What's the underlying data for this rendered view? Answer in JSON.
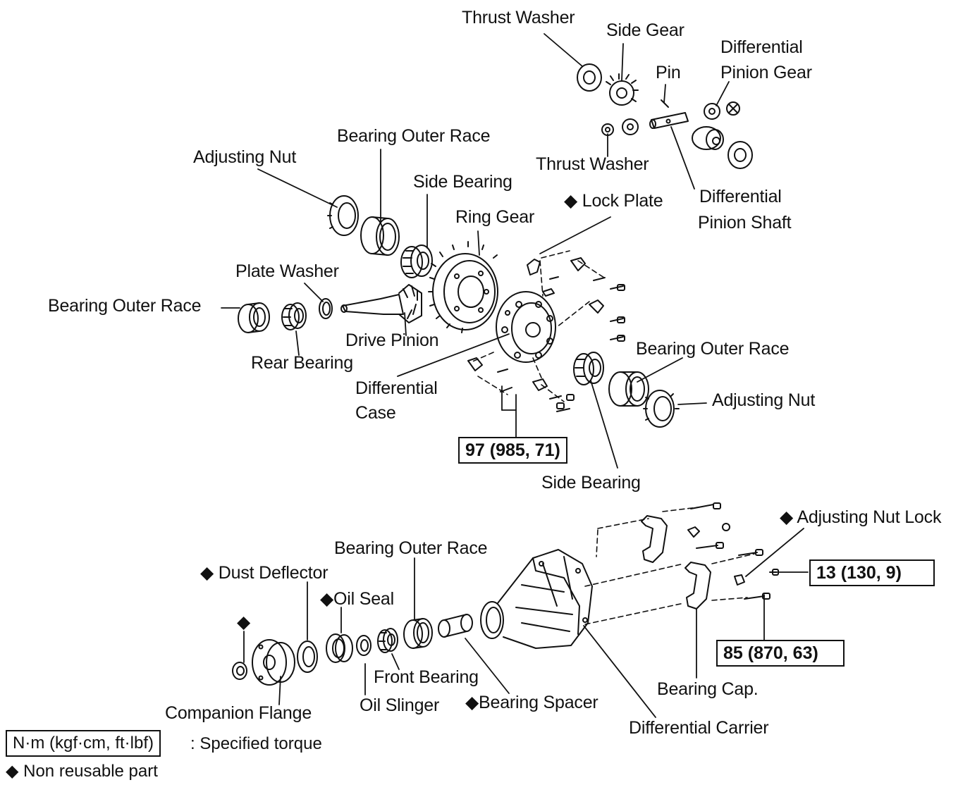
{
  "labels": {
    "thrust_washer_top": "Thrust Washer",
    "side_gear": "Side Gear",
    "pin": "Pin",
    "diff_pinion_gear_1": "Differential",
    "diff_pinion_gear_2": "Pinion Gear",
    "thrust_washer_mid": "Thrust Washer",
    "diff_pinion_shaft_1": "Differential",
    "diff_pinion_shaft_2": "Pinion Shaft",
    "bearing_outer_race_top": "Bearing Outer Race",
    "adjusting_nut_left": "Adjusting Nut",
    "side_bearing_top": "Side Bearing",
    "lock_plate": "◆ Lock Plate",
    "ring_gear": "Ring Gear",
    "plate_washer": "Plate Washer",
    "bearing_outer_race_left": "Bearing Outer Race",
    "drive_pinion": "Drive Pinion",
    "rear_bearing": "Rear Bearing",
    "diff_case_1": "Differential",
    "diff_case_2": "Case",
    "bearing_outer_race_right": "Bearing Outer Race",
    "adjusting_nut_right": "Adjusting Nut",
    "side_bearing_bottom": "Side Bearing",
    "adjusting_nut_lock": "◆ Adjusting Nut Lock",
    "bearing_outer_race_lower": "Bearing Outer Race",
    "dust_deflector": "◆ Dust Deflector",
    "oil_seal": "◆Oil Seal",
    "nut_diamond": "◆",
    "front_bearing": "Front Bearing",
    "oil_slinger": "Oil Slinger",
    "bearing_spacer": "◆Bearing Spacer",
    "companion_flange": "Companion Flange",
    "bearing_cap": "Bearing Cap.",
    "differential_carrier": "Differential Carrier"
  },
  "torques": {
    "case_bolts": "97 (985, 71)",
    "nut_lock_bolt": "13 (130, 9)",
    "bearing_cap_bolts": "85 (870, 63)"
  },
  "legend": {
    "torque_unit": "N·m (kgf·cm, ft·lbf)",
    "torque_desc": ": Specified torque",
    "non_reusable": "◆ Non reusable part"
  }
}
